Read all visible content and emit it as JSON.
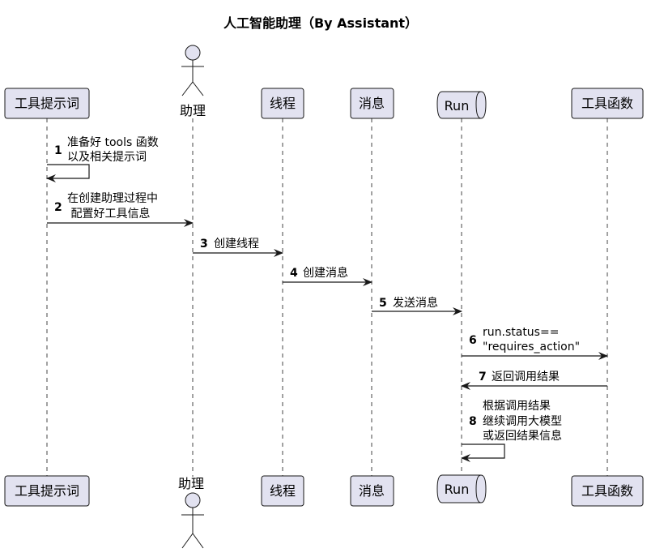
{
  "title": "人工智能助理（By Assistant）",
  "participants": {
    "tool_prompt": "工具提示词",
    "assistant": "助理",
    "thread": "线程",
    "message": "消息",
    "run": "Run",
    "tool_func": "工具函数"
  },
  "messages": [
    {
      "num": "1",
      "lines": [
        "准备好 tools 函数",
        "以及相关提示词"
      ]
    },
    {
      "num": "2",
      "lines": [
        "在创建助理过程中",
        " 配置好工具信息"
      ]
    },
    {
      "num": "3",
      "lines": [
        "创建线程"
      ]
    },
    {
      "num": "4",
      "lines": [
        "创建消息"
      ]
    },
    {
      "num": "5",
      "lines": [
        "发送消息"
      ]
    },
    {
      "num": "6",
      "lines": [
        "run.status==",
        "\"requires_action\""
      ]
    },
    {
      "num": "7",
      "lines": [
        "返回调用结果"
      ]
    },
    {
      "num": "8",
      "lines": [
        "根据调用结果",
        "继续调用大模型",
        "或返回结果信息"
      ]
    }
  ]
}
